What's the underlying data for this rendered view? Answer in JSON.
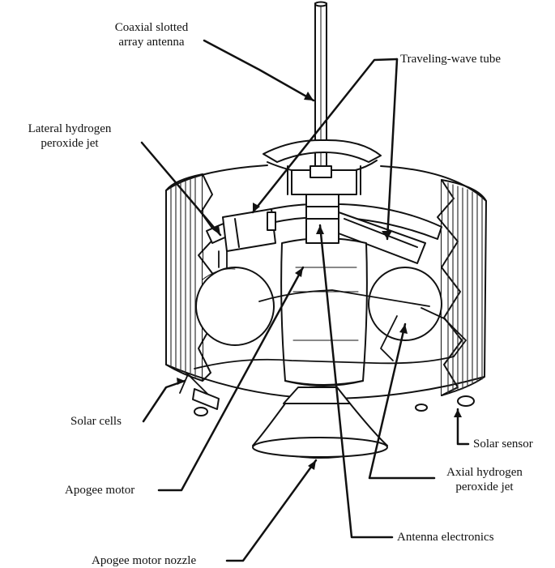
{
  "labels": {
    "coaxial_antenna_line1": "Coaxial slotted",
    "coaxial_antenna_line2": "array antenna",
    "traveling_wave_tube": "Traveling-wave tube",
    "lateral_jet_line1": "Lateral hydrogen",
    "lateral_jet_line2": "peroxide jet",
    "solar_cells": "Solar cells",
    "solar_sensor": "Solar sensor",
    "axial_jet_line1": "Axial hydrogen",
    "axial_jet_line2": "peroxide jet",
    "apogee_motor": "Apogee motor",
    "antenna_electronics": "Antenna electronics",
    "apogee_motor_nozzle": "Apogee motor nozzle"
  },
  "colors": {
    "line": "#111111",
    "background": "#ffffff",
    "hatch": "#333333"
  }
}
